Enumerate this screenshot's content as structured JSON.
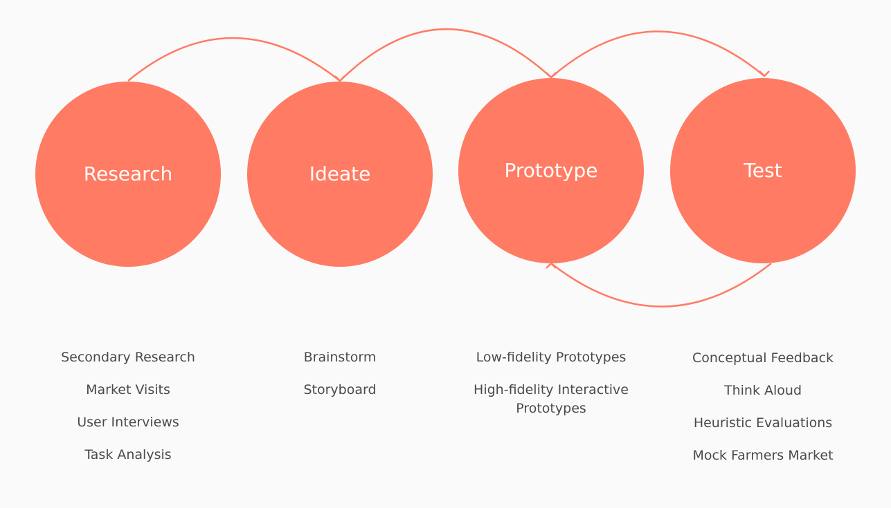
{
  "colors": {
    "background": "#fafafa",
    "stage_fill": "#ff7b63",
    "arrow_stroke": "#ff7b63",
    "stage_text": "#ffffff",
    "activity_text": "#4a4a4a"
  },
  "stages": [
    {
      "id": "research",
      "label": "Research",
      "activities": [
        "Secondary Research",
        "Market Visits",
        "User Interviews",
        "Task Analysis"
      ]
    },
    {
      "id": "ideate",
      "label": "Ideate",
      "activities": [
        "Brainstorm",
        "Storyboard"
      ]
    },
    {
      "id": "prototype",
      "label": "Prototype",
      "activities": [
        "Low-fidelity Prototypes",
        "High-fidelity Interactive Prototypes"
      ]
    },
    {
      "id": "test",
      "label": "Test",
      "activities": [
        "Conceptual Feedback",
        "Think Aloud",
        "Heuristic Evaluations",
        "Mock Farmers Market"
      ]
    }
  ],
  "connections": [
    {
      "from": "research",
      "to": "ideate"
    },
    {
      "from": "ideate",
      "to": "prototype"
    },
    {
      "from": "prototype",
      "to": "test"
    },
    {
      "from": "test",
      "to": "prototype"
    }
  ]
}
